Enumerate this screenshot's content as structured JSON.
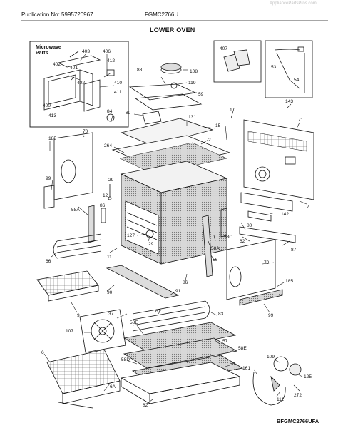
{
  "header": {
    "watermark": "AppliancePartsPros.com",
    "publication": "Publication No: 5995720967",
    "model": "FGMC2766U",
    "title": "LOWER OVEN"
  },
  "boxes": {
    "microwave_parts": "Microwave\nParts"
  },
  "footer": "BFGMC2766UFA",
  "callouts": [
    {
      "id": "403",
      "text": "403"
    },
    {
      "id": "406",
      "text": "406"
    },
    {
      "id": "412",
      "text": "412"
    },
    {
      "id": "402",
      "text": "402"
    },
    {
      "id": "401",
      "text": "401"
    },
    {
      "id": "402b",
      "text": "402"
    },
    {
      "id": "410",
      "text": "410"
    },
    {
      "id": "411",
      "text": "411"
    },
    {
      "id": "400",
      "text": "400"
    },
    {
      "id": "413",
      "text": "413"
    },
    {
      "id": "84",
      "text": "84"
    },
    {
      "id": "407",
      "text": "407"
    },
    {
      "id": "53",
      "text": "53"
    },
    {
      "id": "54",
      "text": "54"
    },
    {
      "id": "88",
      "text": "88"
    },
    {
      "id": "108",
      "text": "108"
    },
    {
      "id": "119",
      "text": "119"
    },
    {
      "id": "59",
      "text": "59"
    },
    {
      "id": "89",
      "text": "89"
    },
    {
      "id": "131",
      "text": "131"
    },
    {
      "id": "1",
      "text": "1"
    },
    {
      "id": "143",
      "text": "143"
    },
    {
      "id": "71",
      "text": "71"
    },
    {
      "id": "185",
      "text": "185"
    },
    {
      "id": "70",
      "text": "70"
    },
    {
      "id": "15",
      "text": "15"
    },
    {
      "id": "2",
      "text": "2"
    },
    {
      "id": "264",
      "text": "264"
    },
    {
      "id": "99",
      "text": "99"
    },
    {
      "id": "29",
      "text": "29"
    },
    {
      "id": "12",
      "text": "12"
    },
    {
      "id": "7",
      "text": "7"
    },
    {
      "id": "58A",
      "text": "58A"
    },
    {
      "id": "86",
      "text": "86"
    },
    {
      "id": "142",
      "text": "142"
    },
    {
      "id": "80",
      "text": "80"
    },
    {
      "id": "127",
      "text": "127"
    },
    {
      "id": "29b",
      "text": "29"
    },
    {
      "id": "58C",
      "text": "58C"
    },
    {
      "id": "62",
      "text": "62"
    },
    {
      "id": "87",
      "text": "87"
    },
    {
      "id": "11",
      "text": "11"
    },
    {
      "id": "58Ab",
      "text": "58A"
    },
    {
      "id": "66",
      "text": "66"
    },
    {
      "id": "56",
      "text": "56"
    },
    {
      "id": "70b",
      "text": "70"
    },
    {
      "id": "86b",
      "text": "86"
    },
    {
      "id": "185b",
      "text": "185"
    },
    {
      "id": "90",
      "text": "90"
    },
    {
      "id": "91",
      "text": "91"
    },
    {
      "id": "9",
      "text": "9"
    },
    {
      "id": "99b",
      "text": "99"
    },
    {
      "id": "37",
      "text": "37"
    },
    {
      "id": "67",
      "text": "67"
    },
    {
      "id": "83",
      "text": "83"
    },
    {
      "id": "107",
      "text": "107"
    },
    {
      "id": "58E",
      "text": "58E"
    },
    {
      "id": "57",
      "text": "57"
    },
    {
      "id": "6",
      "text": "6"
    },
    {
      "id": "58Eb",
      "text": "58E"
    },
    {
      "id": "58D",
      "text": "58D"
    },
    {
      "id": "58",
      "text": "58"
    },
    {
      "id": "109",
      "text": "109"
    },
    {
      "id": "161",
      "text": "161"
    },
    {
      "id": "125",
      "text": "125"
    },
    {
      "id": "6A",
      "text": "6A"
    },
    {
      "id": "82",
      "text": "82"
    },
    {
      "id": "111",
      "text": "111"
    },
    {
      "id": "272",
      "text": "272"
    }
  ]
}
